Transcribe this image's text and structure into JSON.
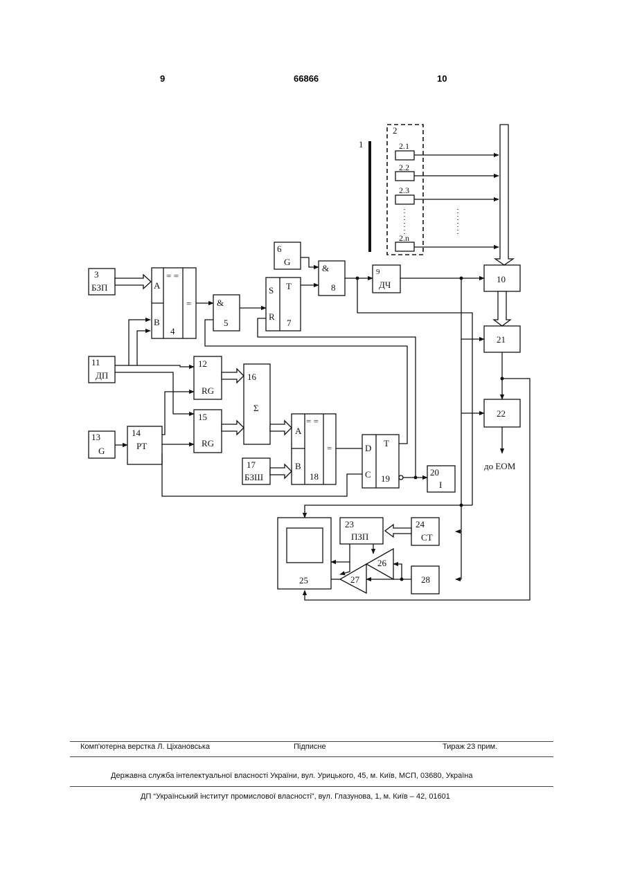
{
  "header": {
    "page_left": "9",
    "patent_number": "66866",
    "page_right": "10"
  },
  "diagram": {
    "blocks": {
      "b1": "1",
      "b2": "2",
      "b2_1": "2.1",
      "b2_2": "2.2",
      "b2_3": "2.3",
      "b2_n": "2.n",
      "b3_num": "3",
      "b3_lbl": "БЗП",
      "b4_a": "A",
      "b4_b": "B",
      "b4_eqeq": "= =",
      "b4_eq": "=",
      "b4_num": "4",
      "b5_amp": "&",
      "b5_num": "5",
      "b6_num": "6",
      "b6_lbl": "G",
      "b7_s": "S",
      "b7_t": "T",
      "b7_r": "R",
      "b7_num": "7",
      "b8_amp": "&",
      "b8_num": "8",
      "b9_num": "9",
      "b9_lbl": "ДЧ",
      "b10_num": "10",
      "b11_num": "11",
      "b11_lbl": "ДП",
      "b12_num": "12",
      "b12_lbl": "RG",
      "b13_num": "13",
      "b13_lbl": "G",
      "b14_num": "14",
      "b14_lbl": "PT",
      "b15_num": "15",
      "b15_lbl": "RG",
      "b16_num": "16",
      "b16_lbl": "Σ",
      "b17_num": "17",
      "b17_lbl": "БЗШ",
      "b18_a": "A",
      "b18_b": "B",
      "b18_eqeq": "= =",
      "b18_eq": "=",
      "b18_num": "18",
      "b19_d": "D",
      "b19_t": "T",
      "b19_c": "C",
      "b19_num": "19",
      "b20_num": "20",
      "b20_lbl": "I",
      "b21_num": "21",
      "b22_num": "22",
      "out_label": "до ЕОМ",
      "b23_num": "23",
      "b23_lbl": "ПЗП",
      "b24_num": "24",
      "b24_lbl": "CT",
      "b25_num": "25",
      "b26_num": "26",
      "b27_num": "27",
      "b28_num": "28"
    }
  },
  "footer": {
    "layout_credit": "Комп'ютерна верстка Л. Ціхановська",
    "signed": "Підписне",
    "circulation": "Тираж 23 прим.",
    "agency": "Державна служба інтелектуальної власності України, вул. Урицького, 45, м. Київ, МСП, 03680, Україна",
    "institute": "ДП “Український інститут промислової власності”, вул. Глазунова, 1, м. Київ – 42, 01601"
  }
}
